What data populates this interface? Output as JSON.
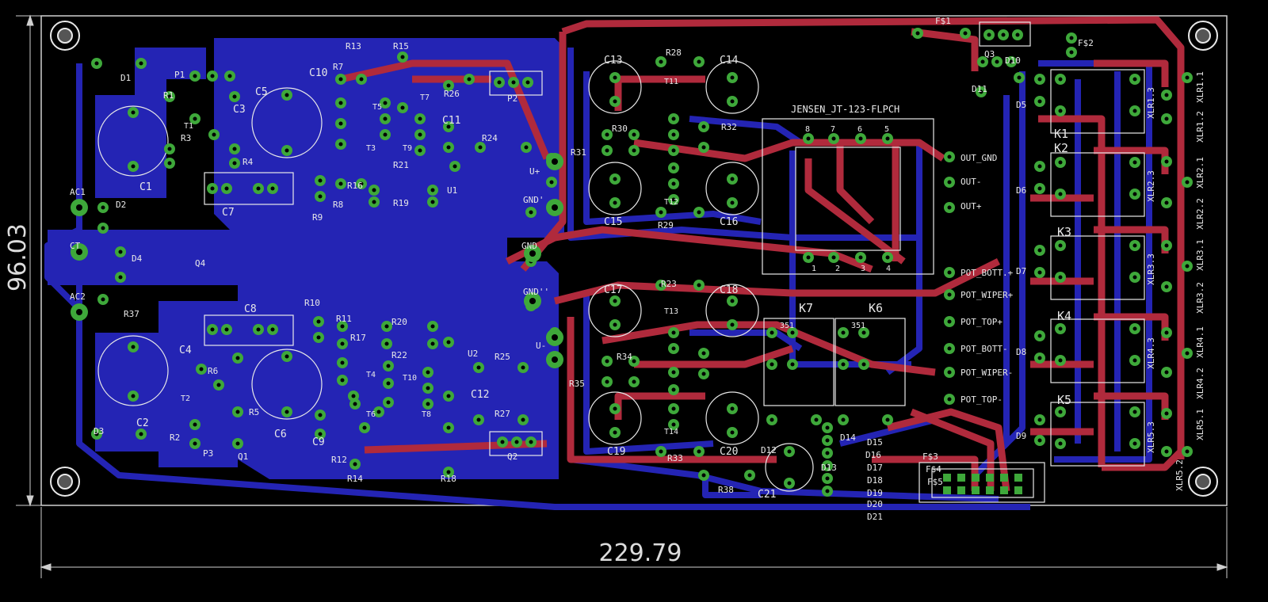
{
  "dimensions": {
    "width_label": "229.79",
    "height_label": "96.03"
  },
  "transformer_label": "JENSEN_JT-123-FLPCH",
  "transformer_pins": [
    "8",
    "7",
    "6",
    "5",
    "1",
    "2",
    "3",
    "4"
  ],
  "connector_labels": [
    "OUT_GND",
    "OUT-",
    "OUT+",
    "POT_BOTT.+",
    "POT_WIPER+",
    "POT_TOP+",
    "POT_BOTT-",
    "POT_WIPER-",
    "POT_TOP-"
  ],
  "net_labels": [
    "GND",
    "GND'",
    "GND''",
    "U+",
    "U-",
    "AC1",
    "CT",
    "AC2"
  ],
  "relay_labels": [
    "K1",
    "K2",
    "K3",
    "K4",
    "K5",
    "K6",
    "K7"
  ],
  "relay_type": "351",
  "xlr_labels": [
    "XLR1.1",
    "XLR1.2",
    "XLR1.3",
    "XLR2.1",
    "XLR2.2",
    "XLR2.3",
    "XLR3.1",
    "XLR3.2",
    "XLR3.3",
    "XLR4.1",
    "XLR4.2",
    "XLR4.3",
    "XLR5.1",
    "XLR5.2",
    "XLR5.3"
  ],
  "capacitors": [
    "C1",
    "C2",
    "C3",
    "C4",
    "C5",
    "C6",
    "C7",
    "C8",
    "C9",
    "C10",
    "C11",
    "C12",
    "C13",
    "C14",
    "C15",
    "C16",
    "C17",
    "C18",
    "C19",
    "C20",
    "C21"
  ],
  "resistors": [
    "R1",
    "R2",
    "R3",
    "R4",
    "R5",
    "R6",
    "R7",
    "R8",
    "R9",
    "R10",
    "R11",
    "R12",
    "R13",
    "R14",
    "R15",
    "R16",
    "R17",
    "R18",
    "R19",
    "R20",
    "R21",
    "R22",
    "R23",
    "R24",
    "R25",
    "R26",
    "R27",
    "R28",
    "R29",
    "R30",
    "R31",
    "R32",
    "R33",
    "R34",
    "R35",
    "R37",
    "R38"
  ],
  "transistors": [
    "T1",
    "T2",
    "T3",
    "T4",
    "T5",
    "T6",
    "T7",
    "T8",
    "T9",
    "T10",
    "T11",
    "T12",
    "T13",
    "T14"
  ],
  "diodes": [
    "D1",
    "D2",
    "D3",
    "D4",
    "D5",
    "D6",
    "D7",
    "D8",
    "D9",
    "D10",
    "D11",
    "D12",
    "D13",
    "D14",
    "D15",
    "D16",
    "D17",
    "D18",
    "D19",
    "D20",
    "D21"
  ],
  "ics": [
    "U1",
    "U2"
  ],
  "misc_parts": [
    "P1",
    "P2",
    "P3",
    "Q1",
    "Q2",
    "Q3",
    "Q4",
    "F$1",
    "F$2",
    "F$3",
    "F$4",
    "F$5"
  ],
  "colors": {
    "background": "#000000",
    "bottom_copper": "#2424b4",
    "top_copper": "#b02a3c",
    "pad": "#3ea83a",
    "silkscreen": "#e8e8e8"
  }
}
